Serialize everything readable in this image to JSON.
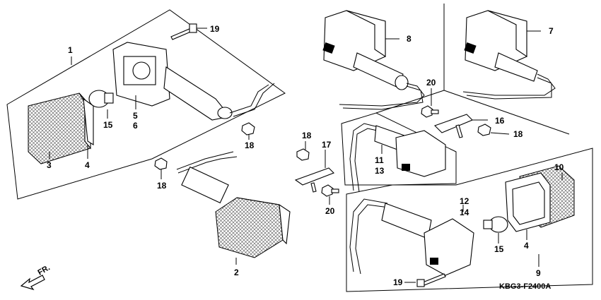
{
  "callouts": [
    {
      "id": "c1",
      "text": "1"
    },
    {
      "id": "c2",
      "text": "2"
    },
    {
      "id": "c3",
      "text": "3"
    },
    {
      "id": "c4a",
      "text": "4"
    },
    {
      "id": "c4b",
      "text": "4"
    },
    {
      "id": "c5",
      "text": "5"
    },
    {
      "id": "c6",
      "text": "6"
    },
    {
      "id": "c7",
      "text": "7"
    },
    {
      "id": "c8",
      "text": "8"
    },
    {
      "id": "c9",
      "text": "9"
    },
    {
      "id": "c10",
      "text": "10"
    },
    {
      "id": "c11",
      "text": "11"
    },
    {
      "id": "c12",
      "text": "12"
    },
    {
      "id": "c13",
      "text": "13"
    },
    {
      "id": "c14",
      "text": "14"
    },
    {
      "id": "c15a",
      "text": "15"
    },
    {
      "id": "c15b",
      "text": "15"
    },
    {
      "id": "c16",
      "text": "16"
    },
    {
      "id": "c17",
      "text": "17"
    },
    {
      "id": "c18a",
      "text": "18"
    },
    {
      "id": "c18b",
      "text": "18"
    },
    {
      "id": "c18c",
      "text": "18"
    },
    {
      "id": "c18d",
      "text": "18"
    },
    {
      "id": "c19a",
      "text": "19"
    },
    {
      "id": "c19b",
      "text": "19"
    },
    {
      "id": "c20a",
      "text": "20"
    },
    {
      "id": "c20b",
      "text": "20"
    }
  ],
  "direction_label": "FR.",
  "diagram_code": "KBG3-F2400A"
}
